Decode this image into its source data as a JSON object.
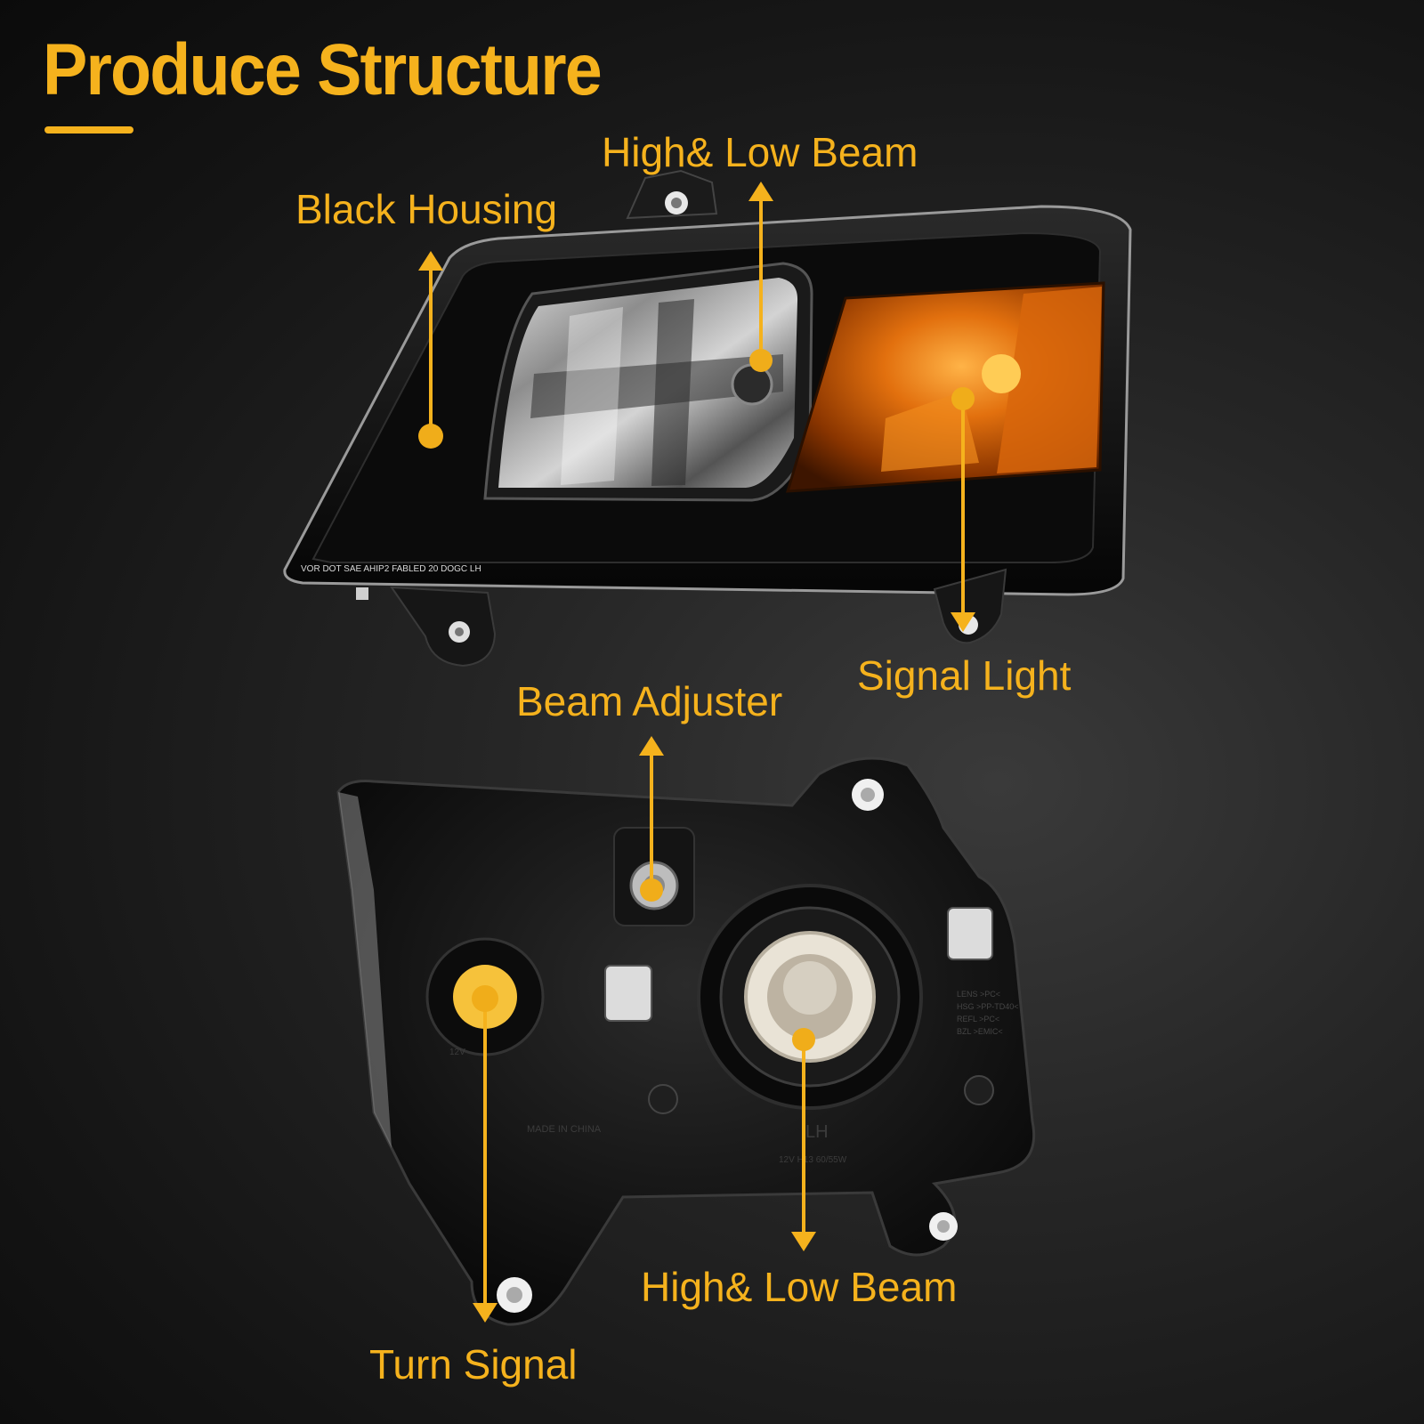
{
  "title": "Produce Structure",
  "accent_color": "#f5b21d",
  "front_view": {
    "labels": {
      "black_housing": "Black Housing",
      "high_low_beam": "High& Low Beam",
      "signal_light": "Signal Light"
    },
    "lens_print": "VOR DOT SAE AHIP2 FABLED 20 DOGC   LH"
  },
  "back_view": {
    "labels": {
      "beam_adjuster": "Beam Adjuster",
      "high_low_beam": "High& Low Beam",
      "turn_signal": "Turn Signal"
    },
    "housing_print": {
      "made_in": "MADE IN CHINA",
      "side": "LH",
      "bulb_spec": "12V H13 60/55W",
      "turn_bulb": "12V",
      "materials": [
        "LENS >PC<",
        "HSG >PP-TD40<",
        "REFL >PC<",
        "BZL >EMIC<"
      ]
    }
  }
}
